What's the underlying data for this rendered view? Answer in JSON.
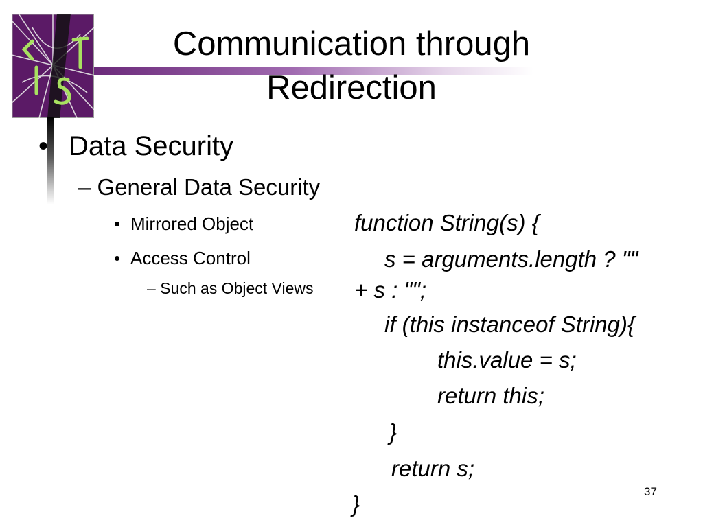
{
  "slide": {
    "title": "Communication through Redirection",
    "bullet1": "Data Security",
    "bullet2": "General Data Security",
    "bullet3a": "Mirrored Object",
    "bullet3b": "Access Control",
    "bullet4": "Such as Object Views",
    "bullet_dot": "•",
    "dash": "–",
    "page_number": "37"
  },
  "code_lines": [
    "function String(s) {",
    "s = arguments.length ? \"\"",
    "+ s : \"\";",
    "if (this instanceof String){",
    "this.value = s;",
    "return this;",
    "}",
    "return s;",
    "}"
  ],
  "logo": {
    "letters": [
      "C",
      "T",
      "I",
      "S"
    ],
    "background": "#5b1a66",
    "glyph_color": "#a8e060"
  },
  "colors": {
    "accent_bar": "#6b2a7a",
    "text": "#000000",
    "background": "#ffffff"
  }
}
